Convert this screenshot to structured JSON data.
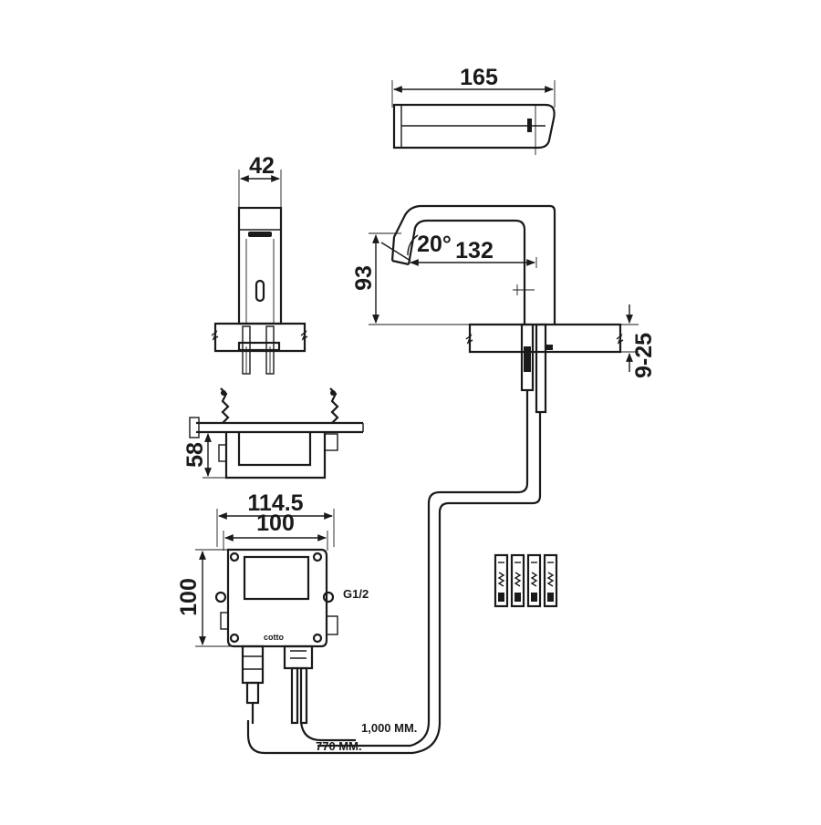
{
  "dimensions": {
    "top_length": "165",
    "front_width": "42",
    "spout_angle": "20°",
    "spout_reach": "132",
    "height": "93",
    "counter_thickness": "9-25",
    "box_depth": "58",
    "box_width_outer": "114.5",
    "box_width_inner": "100",
    "box_height": "100",
    "thread": "G1/2",
    "cable_long": "1,000 MM.",
    "cable_short": "770 MM."
  },
  "logo": "cotto"
}
